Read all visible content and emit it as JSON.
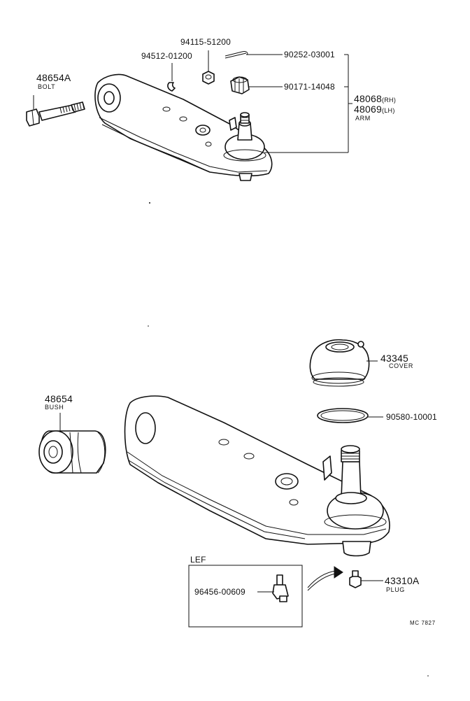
{
  "labels": {
    "p48654A": "48654A",
    "bolt": "BOLT",
    "p94115": "94115-51200",
    "p94512": "94512-01200",
    "p90252": "90252-03001",
    "p90171": "90171-14048",
    "p48068": "48068",
    "rh": "(RH)",
    "p48069": "48069",
    "lh": "(LH)",
    "arm": "ARM",
    "p43345": "43345",
    "cover": "COVER",
    "p90580": "90580-10001",
    "p48654": "48654",
    "bush": "BUSH",
    "lef": "LEF",
    "p96456": "96456-00609",
    "p43310A": "43310A",
    "plug": "PLUG",
    "mc": "MC 7827"
  }
}
